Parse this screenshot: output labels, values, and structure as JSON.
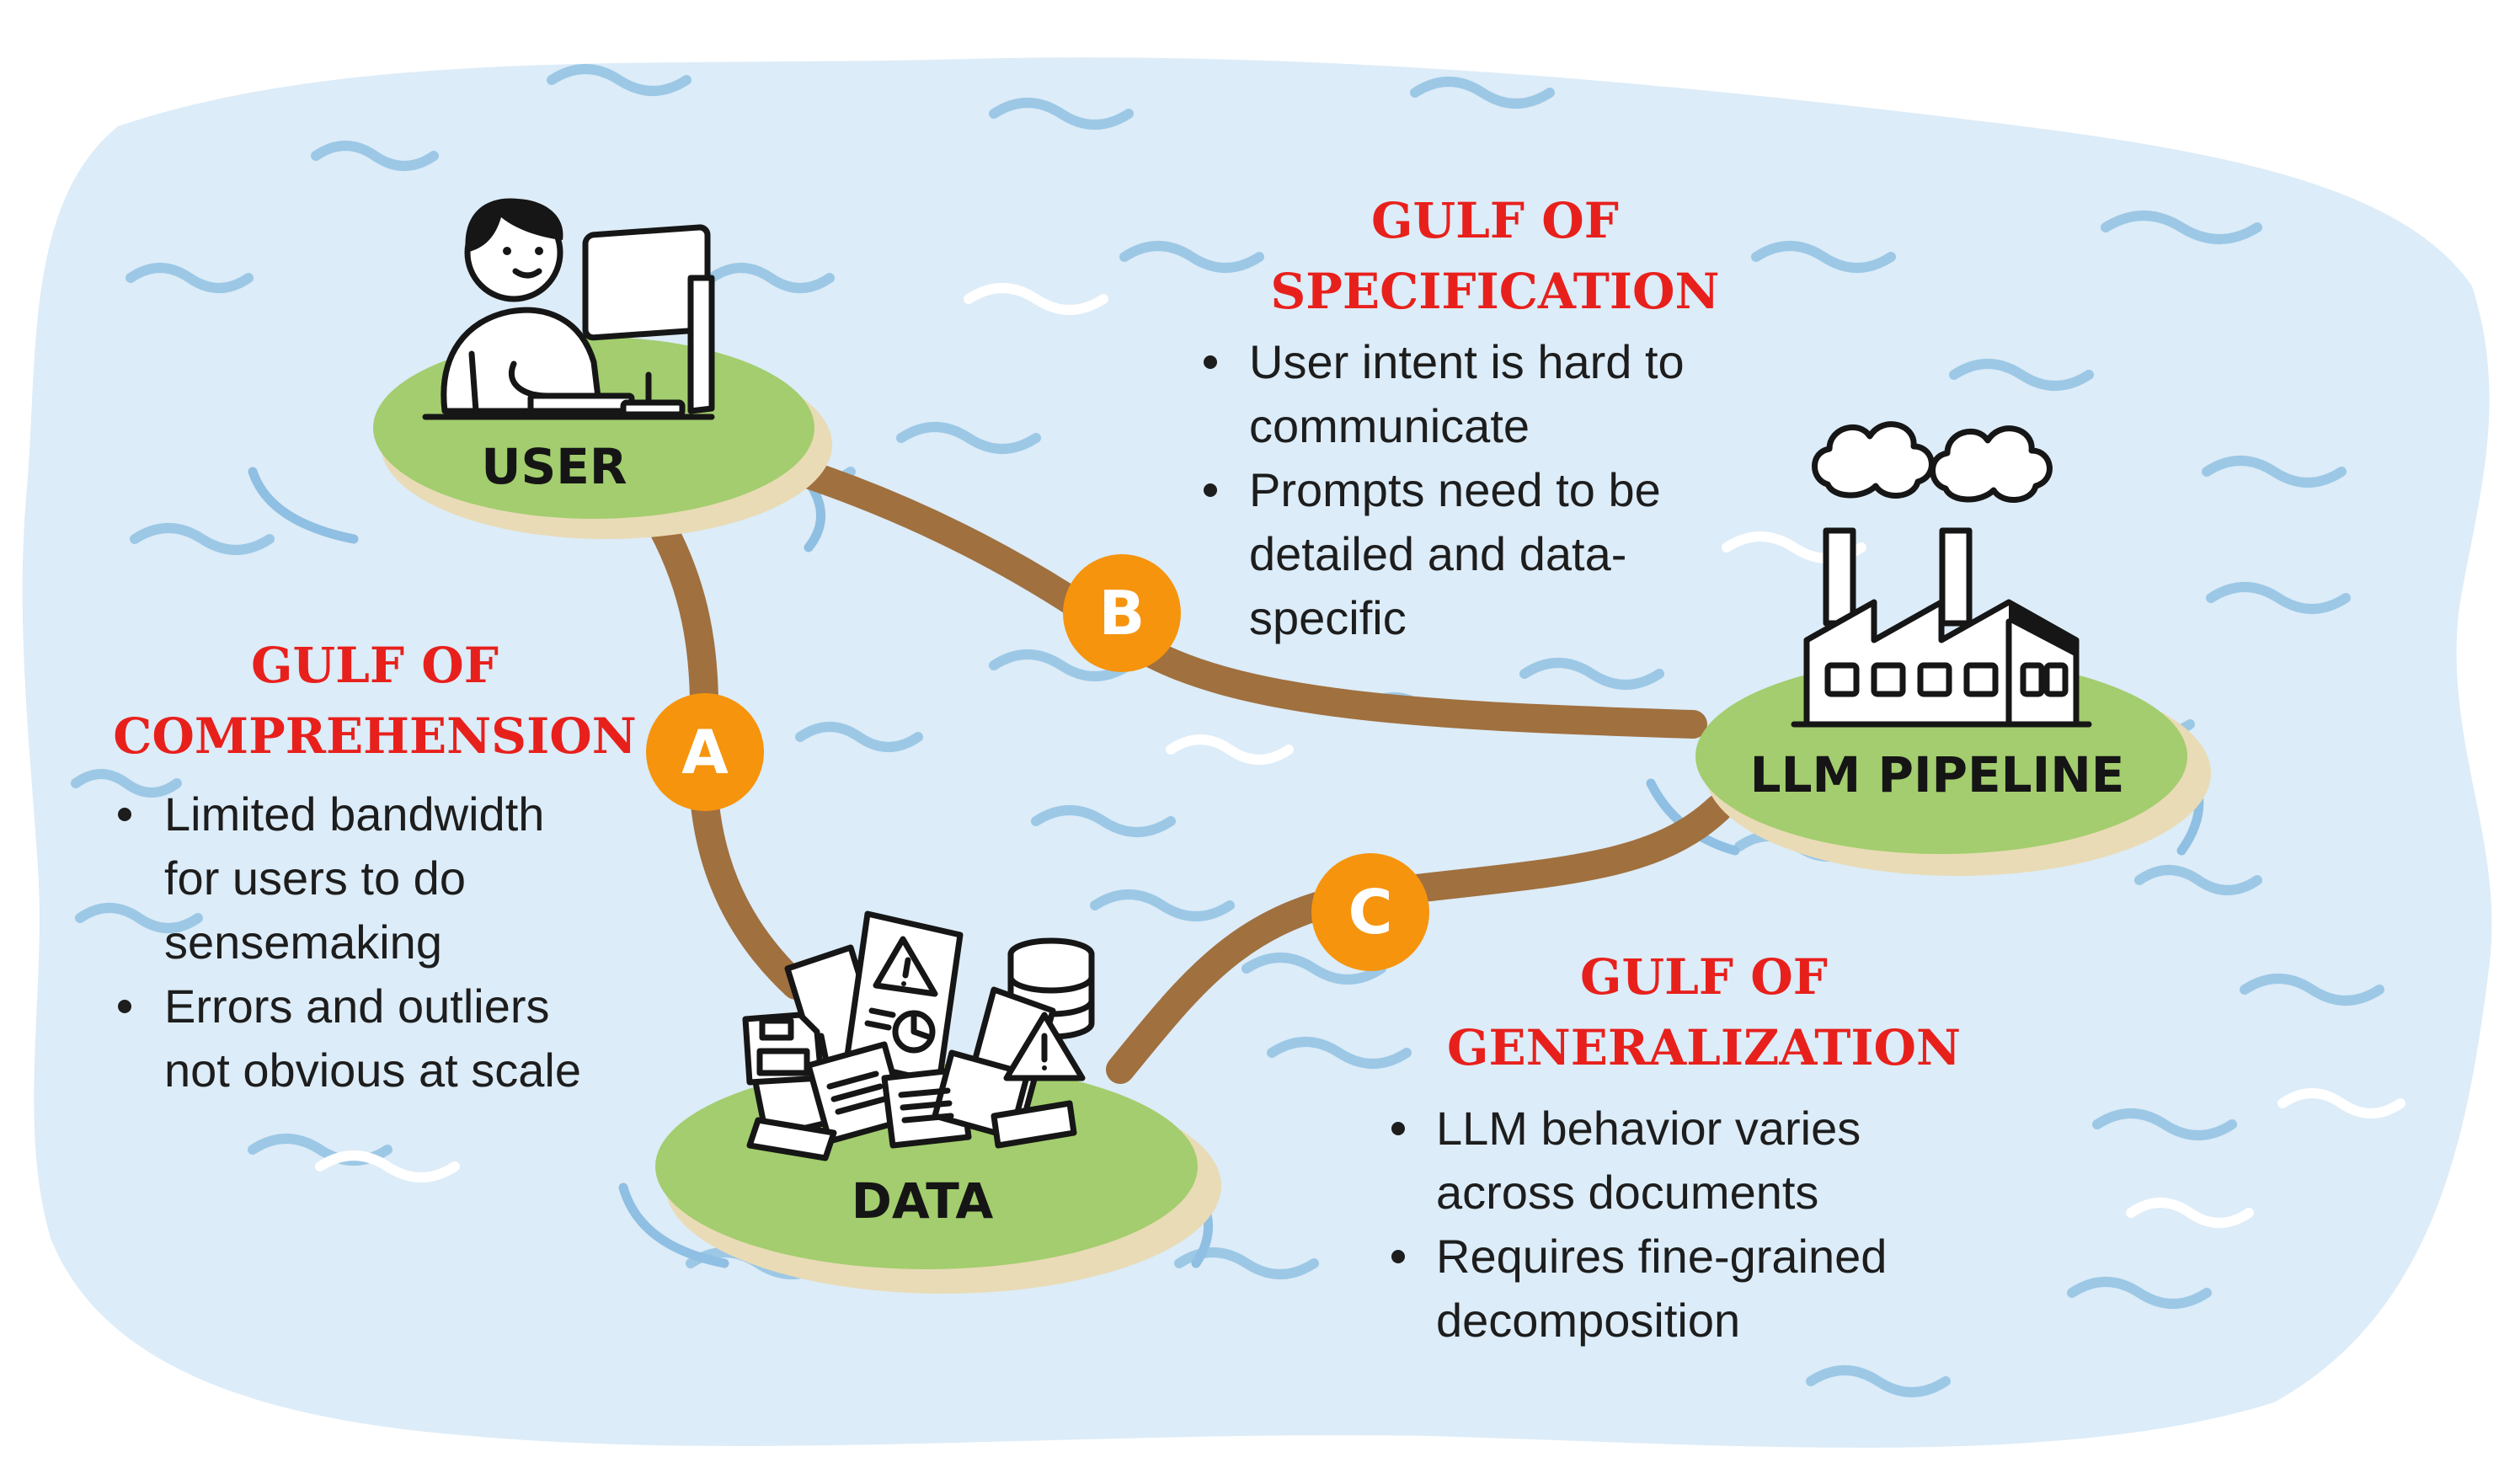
{
  "nodes": {
    "user": {
      "label": "USER"
    },
    "pipeline": {
      "label": "LLM PIPELINE"
    },
    "data": {
      "label": "DATA"
    }
  },
  "edges": [
    {
      "from": "user",
      "to": "data",
      "badge": "A"
    },
    {
      "from": "user",
      "to": "pipeline",
      "badge": "B"
    },
    {
      "from": "data",
      "to": "pipeline",
      "badge": "C"
    }
  ],
  "gulfs": {
    "comprehension": {
      "title_line1": "GULF OF",
      "title_line2": "COMPREHENSION",
      "bullets": [
        [
          "Limited bandwidth",
          "for users to do",
          "sensemaking"
        ],
        [
          "Errors and outliers",
          "not obvious at scale"
        ]
      ]
    },
    "specification": {
      "title_line1": "GULF OF",
      "title_line2": "SPECIFICATION",
      "bullets": [
        [
          "User intent is hard to",
          "communicate"
        ],
        [
          "Prompts need to be",
          "detailed and data-",
          "specific"
        ]
      ]
    },
    "generalization": {
      "title_line1": "GULF OF",
      "title_line2": "GENERALIZATION",
      "bullets": [
        [
          "LLM behavior varies",
          "across documents"
        ],
        [
          "Requires fine-grained",
          "decomposition"
        ]
      ]
    }
  },
  "colors": {
    "water": "#dcecf8",
    "wave": "#9cc8e6",
    "island_grass": "#a3cd6e",
    "island_sand": "#e9dbb6",
    "path": "#a0703f",
    "badge": "#f6940d",
    "gulf_title": "#e8201c"
  },
  "icons": {
    "user": "person-at-computer-icon",
    "pipeline": "factory-icon",
    "data": "document-pile-icon"
  }
}
